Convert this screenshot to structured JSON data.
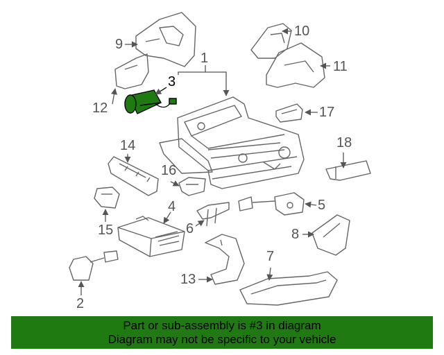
{
  "highlight_callout": "3",
  "colors": {
    "line": "#666666",
    "highlight_part": "#1f7a12",
    "banner": "#1f7a12",
    "text": "#555555"
  },
  "callouts": {
    "c1": "1",
    "c2": "2",
    "c3": "3",
    "c4": "4",
    "c5": "5",
    "c6": "6",
    "c7": "7",
    "c8": "8",
    "c9": "9",
    "c10": "10",
    "c11": "11",
    "c12": "12",
    "c13": "13",
    "c14": "14",
    "c15": "15",
    "c16": "16",
    "c17": "17",
    "c18": "18"
  },
  "banner": {
    "line1": "Part or sub-assembly is #3 in diagram",
    "line2": "Diagram may not be specific to your vehicle"
  }
}
